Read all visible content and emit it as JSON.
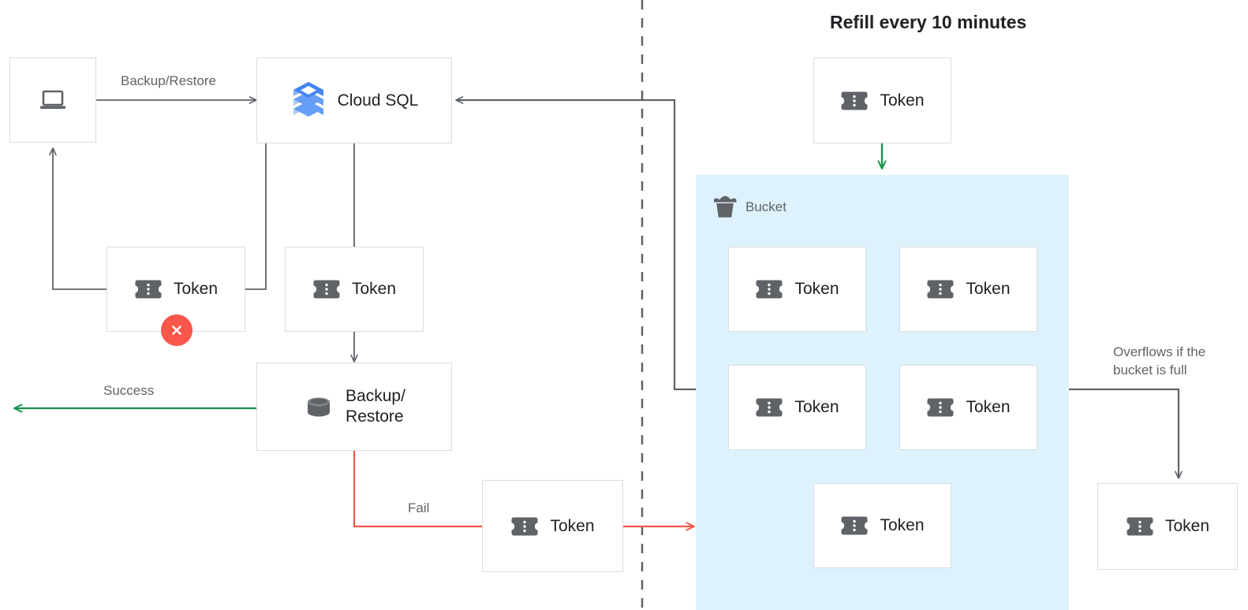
{
  "colors": {
    "accent_blue": "#4285f4",
    "panel_blue": "#ddf2fd",
    "success_green": "#17934c",
    "fail_red": "#f4584a",
    "wire_gray": "#5f6368",
    "box_border": "#dadce0",
    "icon_gray": "#5f6368",
    "text_primary": "#202124",
    "text_secondary": "#5f6368"
  },
  "title": "Refill every 10 minutes",
  "nodes": {
    "client": {
      "name": "client-laptop",
      "label": "",
      "icon": "laptop-icon"
    },
    "cloudsql": {
      "name": "cloud-sql",
      "label": "Cloud SQL",
      "icon": "cloud-sql-icon"
    },
    "token_failed": {
      "label": "Token",
      "icon": "token-icon",
      "badge": "error-x-icon"
    },
    "token_consumed": {
      "label": "Token",
      "icon": "token-icon"
    },
    "backup_restore": {
      "label": "Backup/\nRestore",
      "icon": "database-icon"
    },
    "token_fail_return": {
      "label": "Token",
      "icon": "token-icon"
    },
    "token_refill": {
      "label": "Token",
      "icon": "token-icon"
    },
    "token_overflow": {
      "label": "Token",
      "icon": "token-icon"
    }
  },
  "bucket": {
    "label": "Bucket",
    "icon": "bucket-icon",
    "tokens": [
      {
        "label": "Token",
        "icon": "token-icon"
      },
      {
        "label": "Token",
        "icon": "token-icon"
      },
      {
        "label": "Token",
        "icon": "token-icon"
      },
      {
        "label": "Token",
        "icon": "token-icon"
      },
      {
        "label": "Token",
        "icon": "token-icon"
      }
    ]
  },
  "edges": {
    "backup_restore_label": "Backup/Restore",
    "success_label": "Success",
    "fail_label": "Fail",
    "overflow_label": "Overflows if the\nbucket is full"
  }
}
